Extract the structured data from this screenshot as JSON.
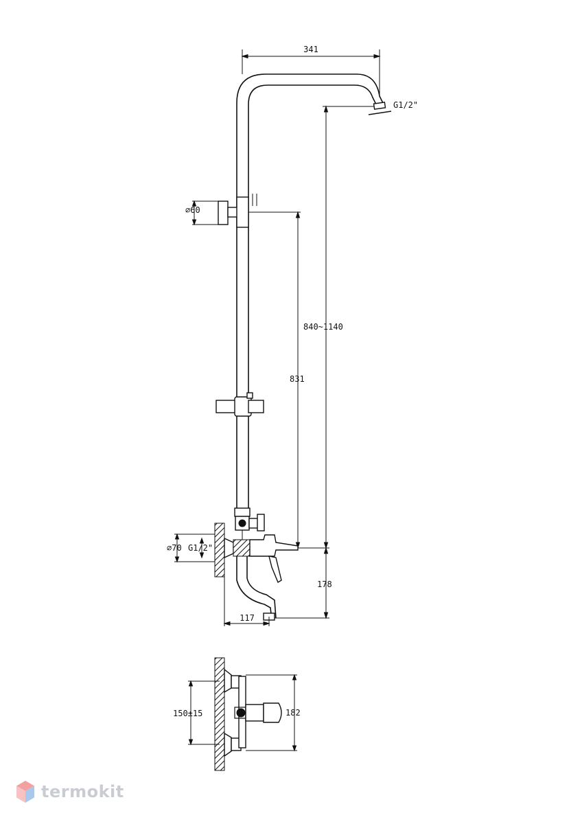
{
  "dimensions": {
    "overall_width": "341",
    "head_connection": "G1/2\"",
    "wall_bracket_diameter": "⌀60",
    "total_height": "840~1140",
    "bracket_height": "831",
    "mixer_diameter": "⌀70",
    "mixer_connection": "G1/2\"",
    "spout_height": "178",
    "spout_projection": "117",
    "inlet_spacing": "150±15",
    "body_width": "182"
  },
  "watermark": {
    "brand": "termokit",
    "colors": {
      "logo_top": "#f3a0a0",
      "logo_left": "#f7c2c2",
      "logo_right": "#a9c8ee",
      "text": "#c9ccd2"
    }
  }
}
